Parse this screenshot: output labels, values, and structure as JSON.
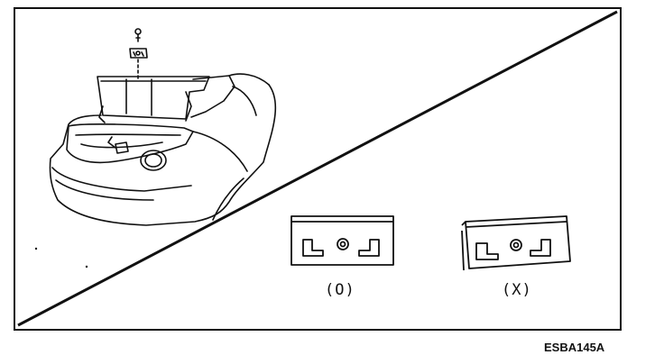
{
  "diagram": {
    "labels": {
      "correct": "(O)",
      "incorrect": "(X)"
    },
    "figure_code": "ESBA145A",
    "colors": {
      "line": "#111111",
      "background": "#ffffff"
    }
  }
}
